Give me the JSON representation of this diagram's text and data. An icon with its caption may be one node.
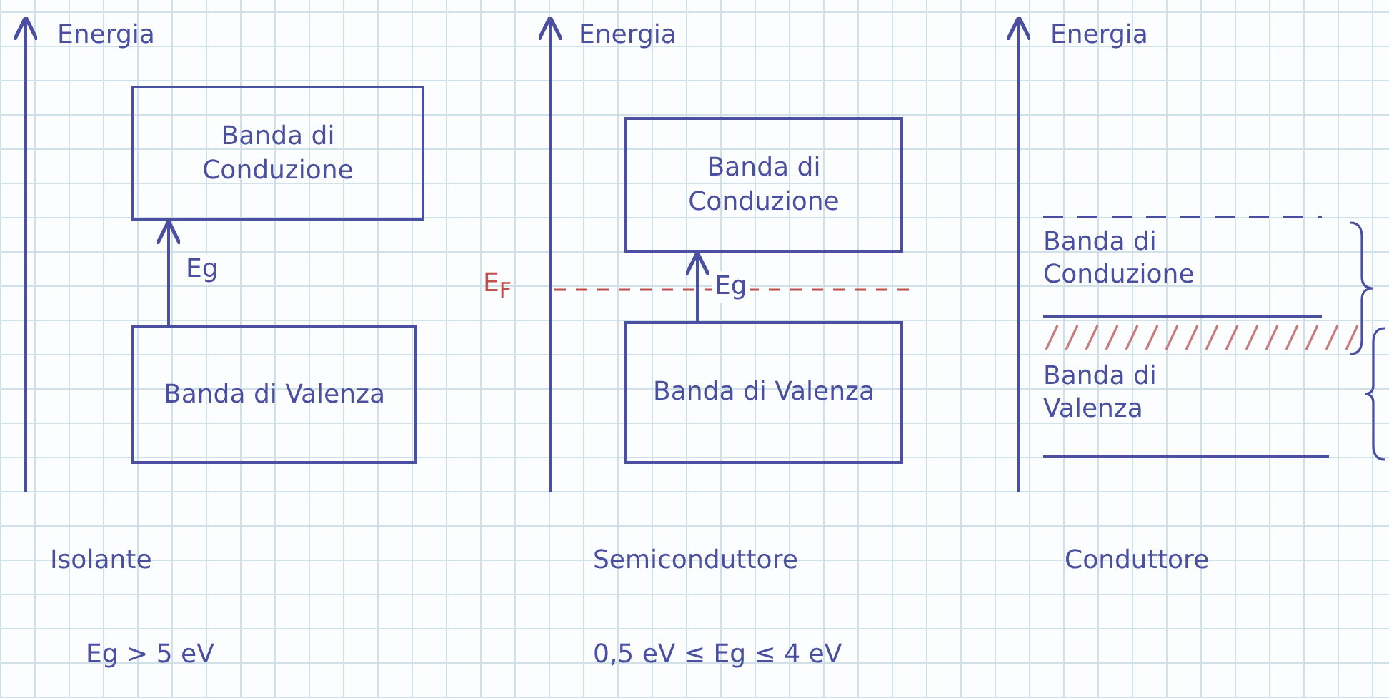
{
  "diagram": {
    "nodes": [
      {
        "text": [
          "Banda di Conduzione"
        ]
      },
      {
        "text": [
          "Banda di Valenza"
        ]
      },
      {
        "text": [
          "Banda di Conduzione"
        ]
      },
      {
        "text": [
          "Banda di Valenza"
        ]
      }
    ],
    "edges": [
      {
        "from": 1,
        "to": 0,
        "arrow": "to",
        "label": "Eg"
      },
      {
        "from": 3,
        "to": 2,
        "arrow": "to",
        "label": "Eg"
      }
    ],
    "labels": [
      "Energia",
      "Energia",
      "Energia",
      "E$_{F}$",
      "Banda di Conduzione",
      "Banda di Valenza",
      "Isolante",
      "Semiconduttore",
      "Conduttore",
      "Eg > 5 eV",
      "0,5 eV ≤ Eg ≤ 4 eV"
    ]
  }
}
